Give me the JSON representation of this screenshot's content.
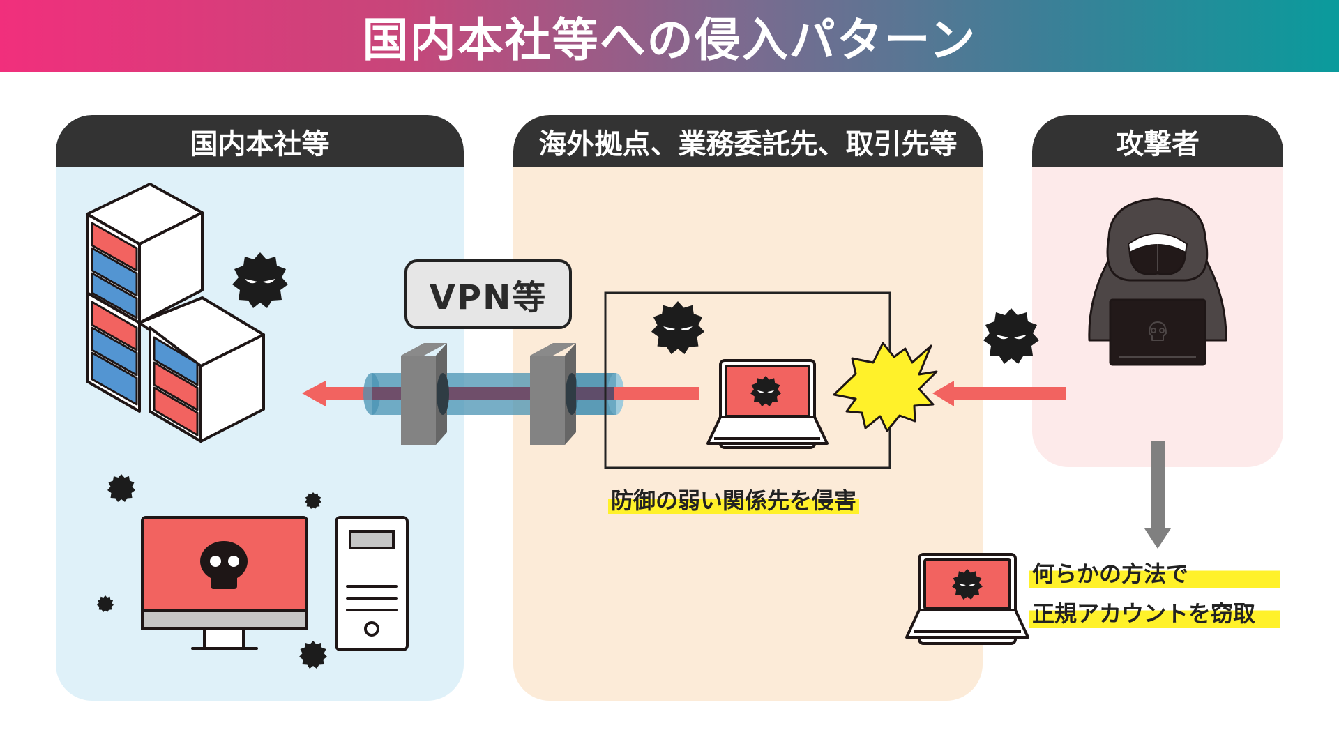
{
  "title": "国内本社等への侵入パターン",
  "panels": {
    "headquarters": {
      "label": "国内本社等"
    },
    "overseas": {
      "label": "海外拠点、業務委託先、取引先等"
    },
    "attacker": {
      "label": "攻撃者"
    }
  },
  "vpn": {
    "label": "VPN等"
  },
  "captions": {
    "weak_partner": "防御の弱い関係先を侵害",
    "steal_line1": "何らかの方法で",
    "steal_line2": "正規アカウントを窃取"
  },
  "colors": {
    "title_gradient_start": "#f12f7c",
    "title_gradient_end": "#0a9b9c",
    "panel_header": "#333333",
    "hq_bg": "#dff1f9",
    "overseas_bg": "#fcebd8",
    "attacker_bg": "#fdeaea",
    "arrow_red": "#f26260",
    "screen_red": "#f26360",
    "highlight_yellow": "#fff12a",
    "tunnel_blue": "#4a93b3",
    "gray_arrow": "#808080"
  },
  "icons": [
    "server-rack-icon",
    "virus-icon",
    "monitor-skull-icon",
    "pc-tower-icon",
    "firewall-icon",
    "vpn-tunnel-icon",
    "laptop-virus-icon",
    "explosion-icon",
    "hacker-icon",
    "arrow-left-icon",
    "arrow-down-icon"
  ]
}
